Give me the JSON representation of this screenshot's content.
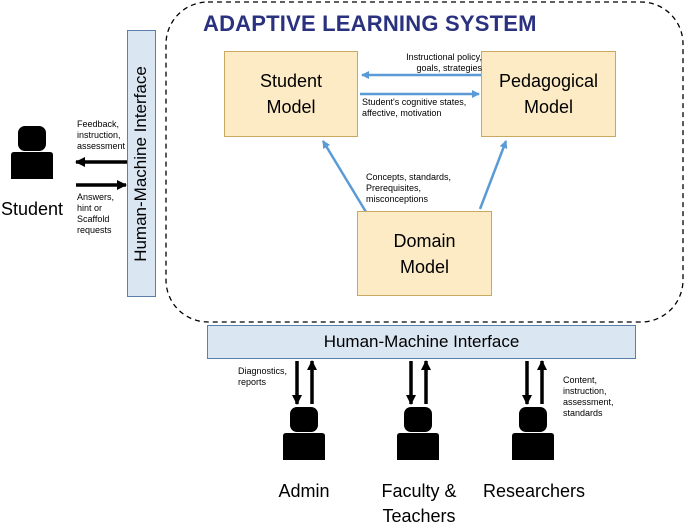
{
  "system": {
    "title": "ADAPTIVE LEARNING SYSTEM"
  },
  "models": {
    "student": "Student Model",
    "pedagogical": "Pedagogical Model",
    "domain": "Domain Model"
  },
  "flows": {
    "pedagogical_to_student": "Instructional policy, goals, strategies",
    "student_to_pedagogical": "Student's cognitive states, affective, motivation",
    "domain_to_models": "Concepts, standards, Prerequisites, misconceptions",
    "to_student": "Feedback, instruction, assessment",
    "from_student": "Answers, hint or Scaffold requests",
    "admin_link": "Diagnostics, reports",
    "researchers_link": "Content, instruction, assessment, standards"
  },
  "interfaces": {
    "vertical": "Human-Machine Interface",
    "horizontal": "Human-Machine Interface"
  },
  "actors": {
    "student": "Student",
    "admin": "Admin",
    "faculty": "Faculty & Teachers",
    "researchers": "Researchers"
  },
  "colors": {
    "title": "#2a3280",
    "model_fill": "#fcebc5",
    "model_border": "#c9a860",
    "interface_fill": "#dbe6f3",
    "interface_border": "#5b7fa8",
    "flow_arrow": "#5b9bd5",
    "actor_arrow": "#000000"
  },
  "icons": {
    "actor": "person-silhouette-icon"
  }
}
